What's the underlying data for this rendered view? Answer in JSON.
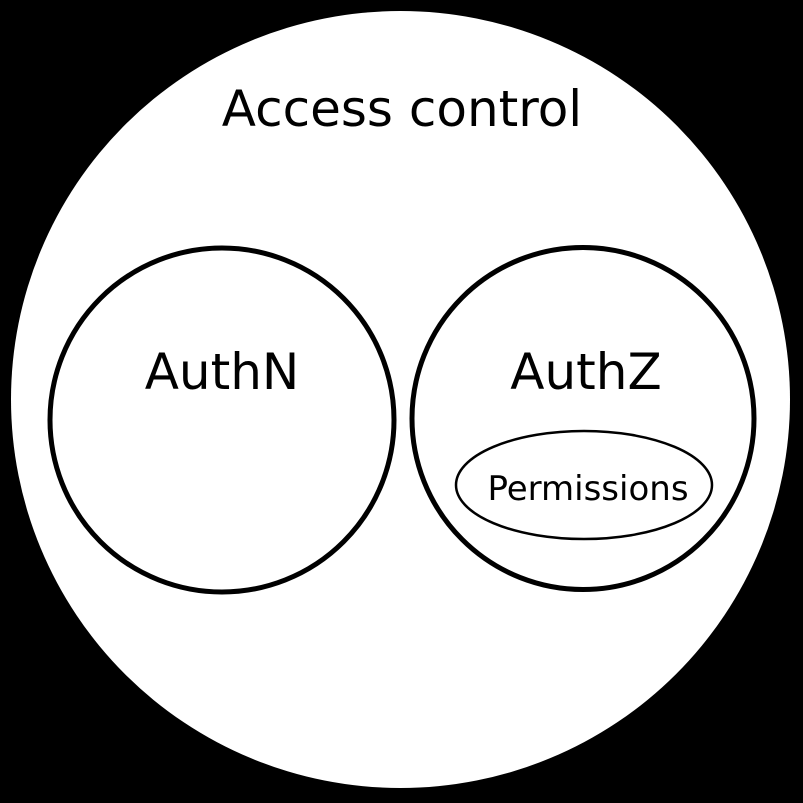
{
  "diagram": {
    "type": "euler-venn",
    "title": "Access control",
    "sets": [
      {
        "label": "AuthN",
        "children": []
      },
      {
        "label": "AuthZ",
        "children": [
          {
            "label": "Permissions"
          }
        ]
      }
    ],
    "colors": {
      "background": "#000000",
      "set_fill": "#ffffff",
      "stroke": "#000000",
      "text": "#000000"
    }
  }
}
